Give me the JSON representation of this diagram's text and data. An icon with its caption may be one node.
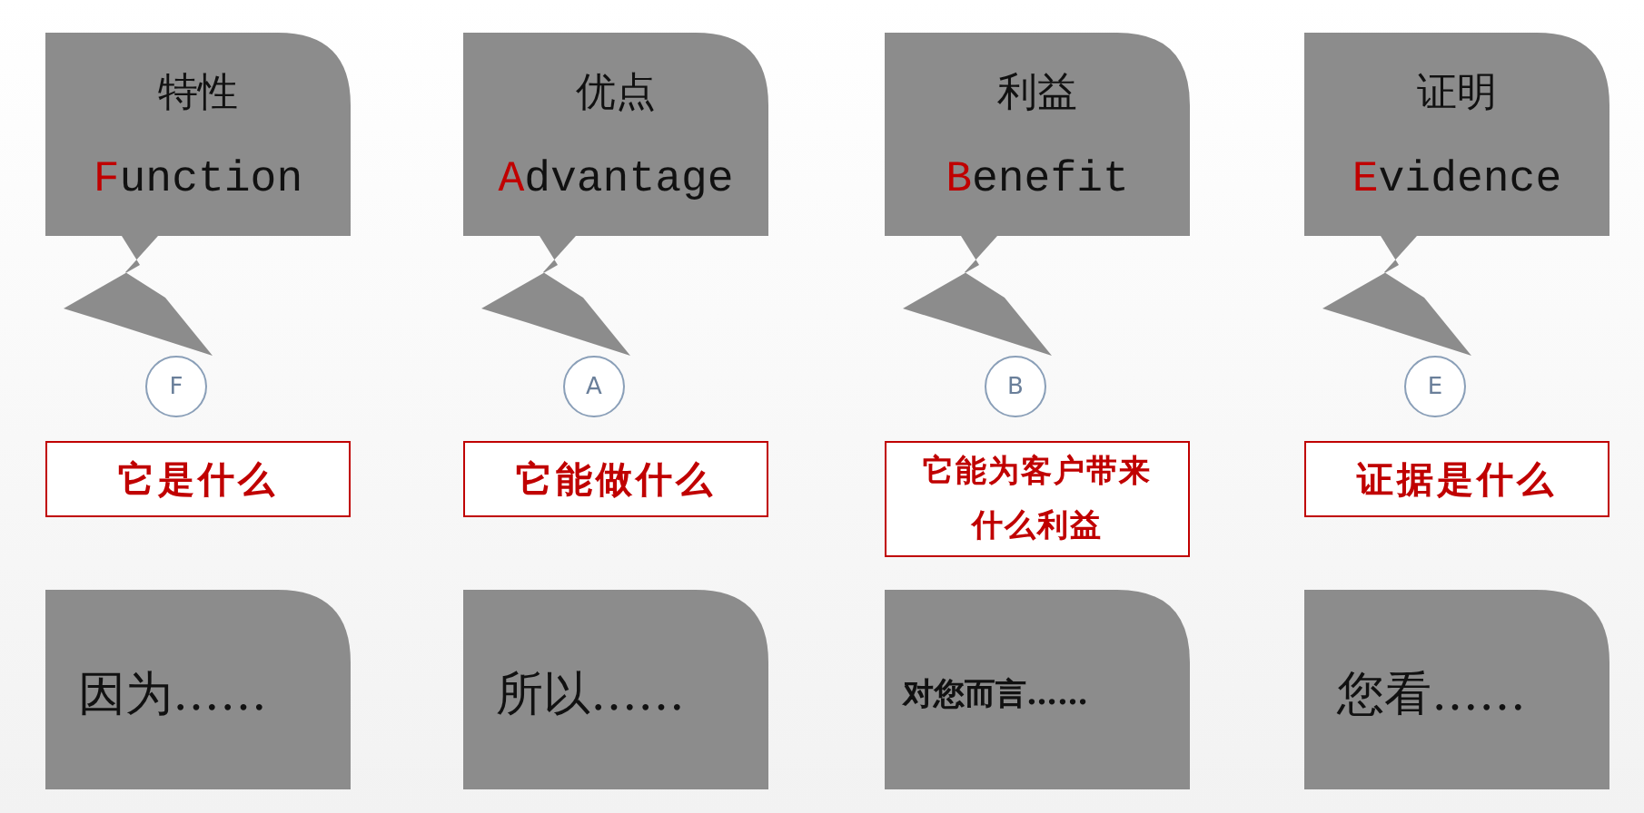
{
  "diagram": {
    "nodes": [
      {
        "text": [
          "特性",
          "Function"
        ]
      },
      {
        "text": [
          "优点",
          "Advantage"
        ]
      },
      {
        "text": [
          "利益",
          "Benefit"
        ]
      },
      {
        "text": [
          "证明",
          "Evidence"
        ]
      },
      {
        "text": [
          "F"
        ]
      },
      {
        "text": [
          "A"
        ]
      },
      {
        "text": [
          "B"
        ]
      },
      {
        "text": [
          "E"
        ]
      },
      {
        "text": [
          "它是什么"
        ]
      },
      {
        "text": [
          "它能做什么"
        ]
      },
      {
        "text": [
          "它能为客户带来什么利益"
        ]
      },
      {
        "text": [
          "证据是什么"
        ]
      },
      {
        "text": [
          "因为……"
        ]
      },
      {
        "text": [
          "所以……"
        ]
      },
      {
        "text": [
          "对您而言……"
        ]
      },
      {
        "text": [
          "您看……"
        ]
      }
    ],
    "edges": []
  }
}
